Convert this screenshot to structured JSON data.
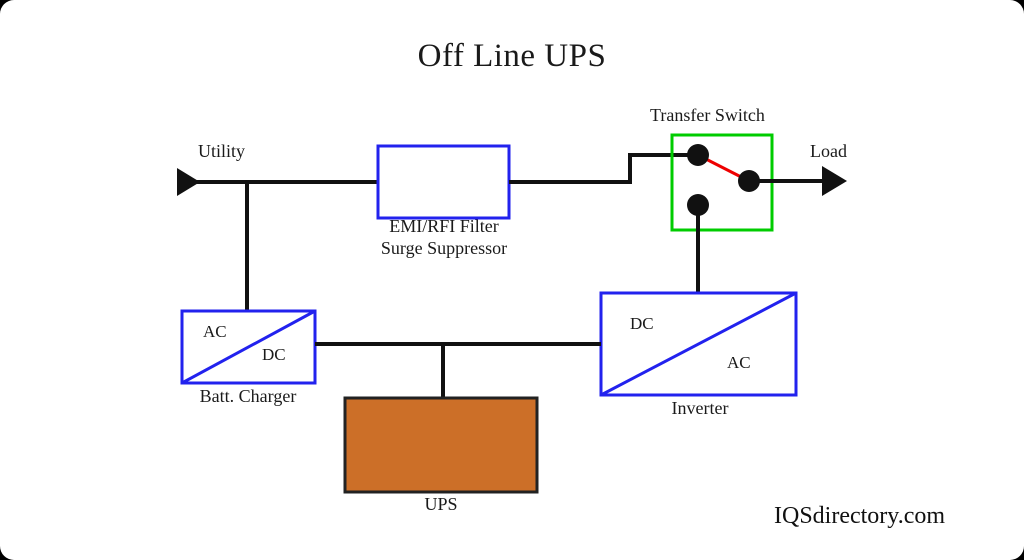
{
  "diagram": {
    "title": "Off Line UPS",
    "watermark": "IQSdirectory.com",
    "colors": {
      "block_border_blue": "#2222EE",
      "switch_border_green": "#00CC00",
      "switch_link_red": "#EE0000",
      "battery_fill_orange": "#CC6F28",
      "wire_black": "#111111",
      "background": "#FFFFFF"
    },
    "nodes": {
      "utility": {
        "label": "Utility",
        "type": "source-arrow"
      },
      "load": {
        "label": "Load",
        "type": "sink-arrow"
      },
      "filter": {
        "label_line1": "EMI/RFI Filter",
        "label_line2": "Surge Suppressor",
        "type": "block"
      },
      "transfer_switch": {
        "label": "Transfer Switch",
        "type": "switch",
        "contacts": [
          "normal-input",
          "output-pole",
          "backup-input"
        ]
      },
      "battery_charger": {
        "label": "Batt. Charger",
        "input_label": "AC",
        "output_label": "DC",
        "type": "converter"
      },
      "inverter": {
        "label": "Inverter",
        "input_label": "DC",
        "output_label": "AC",
        "type": "converter"
      },
      "battery": {
        "label": "UPS",
        "type": "battery"
      }
    }
  }
}
